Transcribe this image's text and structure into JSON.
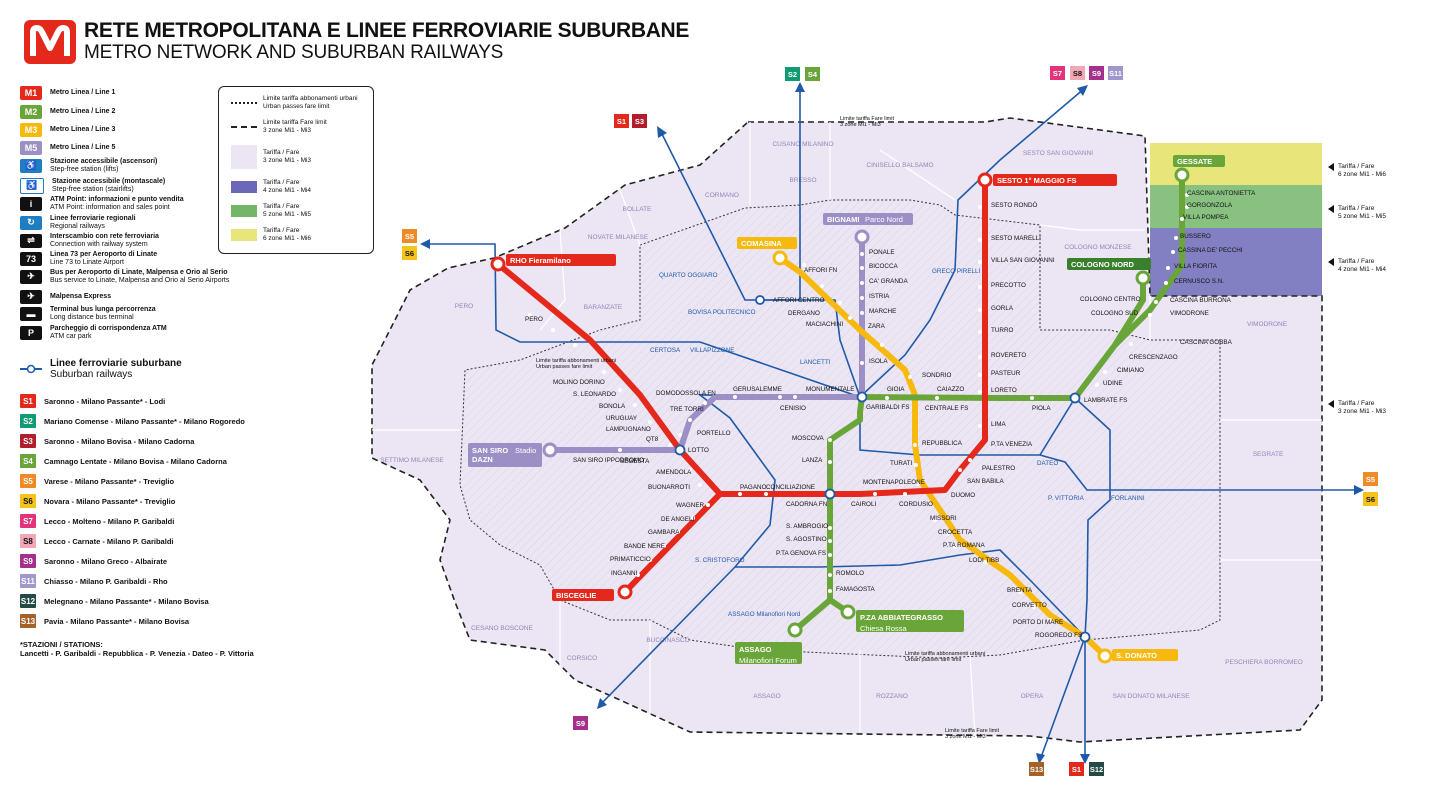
{
  "header": {
    "logo_letter": "M",
    "title_it": "RETE METROPOLITANA E LINEE FERROVIARIE SUBURBANE",
    "title_en": "METRO NETWORK AND SUBURBAN RAILWAYS"
  },
  "legend": [
    {
      "icon": "M1",
      "color": "#e4281c",
      "text": "Metro Linea / Line 1"
    },
    {
      "icon": "M2",
      "color": "#6aa53a",
      "text": "Metro Linea / Line 2"
    },
    {
      "icon": "M3",
      "color": "#f7b90d",
      "text": "Metro Linea / Line 3"
    },
    {
      "icon": "M5",
      "color": "#9b8fc6",
      "text": "Metro Linea / Line 5"
    },
    {
      "icon": "accessible-icon",
      "color": "#1f7ec2",
      "text": "Stazione accessibile (ascensori)",
      "sub": "Step-free station (lifts)"
    },
    {
      "icon": "stairlift-icon",
      "color": "#1f7ec2",
      "text": "Stazione accessibile (montascale)",
      "sub": "Step-free station (stairlifts)"
    },
    {
      "icon": "info-icon",
      "color": "#111111",
      "text": "ATM Point: informazioni e punto vendita",
      "sub": "ATM Point: information and sales point"
    },
    {
      "icon": "regional-rail-icon",
      "color": "#1f7ec2",
      "text": "Linee ferroviarie regionali",
      "sub": "Regional railways"
    },
    {
      "icon": "rail-interchange-icon",
      "color": "#111111",
      "text": "Interscambio con rete ferroviaria",
      "sub": "Connection with railway system"
    },
    {
      "icon": "bus-73-icon",
      "color": "#111111",
      "text": "Linea 73 per Aeroporto di Linate",
      "sub": "Line 73 to Linate Airport"
    },
    {
      "icon": "airport-bus-icon",
      "color": "#111111",
      "text": "Bus per Aeroporto di Linate, Malpensa e Orio al Serio",
      "sub": "Bus service to Linate, Malpensa and Orio al Serio Airports"
    },
    {
      "icon": "malpensa-express-icon",
      "color": "#111111",
      "text": "Malpensa Express",
      "sub": ""
    },
    {
      "icon": "long-distance-bus-icon",
      "color": "#111111",
      "text": "Terminal bus lunga percorrenza",
      "sub": "Long distance bus terminal"
    },
    {
      "icon": "P",
      "color": "#111111",
      "text": "Parcheggio di corrispondenza ATM",
      "sub": "ATM car park"
    }
  ],
  "suburban_title_it": "Linee ferroviarie suburbane",
  "suburban_title_en": "Suburban railways",
  "suburban": [
    {
      "code": "S1",
      "color": "#e4281c",
      "route": "Saronno - Milano Passante* - Lodi"
    },
    {
      "code": "S2",
      "color": "#0f9b74",
      "route": "Mariano Comense - Milano Passante* - Milano Rogoredo"
    },
    {
      "code": "S3",
      "color": "#b01e2d",
      "route": "Saronno - Milano Bovisa - Milano Cadorna"
    },
    {
      "code": "S4",
      "color": "#6aa53a",
      "route": "Camnago Lentate - Milano Bovisa - Milano Cadorna"
    },
    {
      "code": "S5",
      "color": "#f08a24",
      "route": "Varese - Milano Passante* - Treviglio"
    },
    {
      "code": "S6",
      "color": "#f5c31a",
      "route": "Novara - Milano Passante* - Treviglio"
    },
    {
      "code": "S7",
      "color": "#e3337a",
      "route": "Lecco - Molteno - Milano P. Garibaldi"
    },
    {
      "code": "S8",
      "color": "#f2a7b7",
      "route": "Lecco - Carnate - Milano P. Garibaldi"
    },
    {
      "code": "S9",
      "color": "#a4308c",
      "route": "Saronno - Milano Greco - Albairate"
    },
    {
      "code": "S11",
      "color": "#a097cc",
      "route": "Chiasso - Milano P. Garibaldi - Rho"
    },
    {
      "code": "S12",
      "color": "#234a45",
      "route": "Melegnano - Milano Passante* - Milano Bovisa"
    },
    {
      "code": "S13",
      "color": "#a5612a",
      "route": "Pavia - Milano Passante* - Milano Bovisa"
    }
  ],
  "stations_note_title": "*STAZIONI / STATIONS:",
  "stations_note": "Lancetti - P. Garibaldi - Repubblica - P. Venezia - Dateo - P. Vittoria",
  "fare_box": [
    {
      "swatch": "dotted",
      "text": "Limite tariffa abbonamenti urbani",
      "sub": "Urban passes fare limit"
    },
    {
      "swatch": "dashed",
      "text": "Limite tariffa Fare limit",
      "sub": "3 zone Mi1 - Mi3"
    },
    {
      "swatch": "#ece6f4",
      "text": "Tariffa / Fare",
      "sub": "3 zone Mi1 - Mi3"
    },
    {
      "swatch": "#6c68b8",
      "text": "Tariffa / Fare",
      "sub": "4 zone Mi1 - Mi4"
    },
    {
      "swatch": "#73b66a",
      "text": "Tariffa / Fare",
      "sub": "5 zone Mi1 - Mi5"
    },
    {
      "swatch": "#e8e67a",
      "text": "Tariffa / Fare",
      "sub": "6 zone Mi1 - Mi6"
    }
  ],
  "colors": {
    "m1": "#e4281c",
    "m2": "#6aa53a",
    "m3": "#f7b90d",
    "m5": "#9b8fc6",
    "rail": "#1f5aa8",
    "zone3": "#ece6f4",
    "zone4": "#6c68b8",
    "zone5": "#73b66a",
    "zone6": "#e8e67a"
  },
  "fare_side_labels": [
    {
      "t1": "Tariffa / Fare",
      "t2": "6 zone Mi1 - Mi6"
    },
    {
      "t1": "Tariffa / Fare",
      "t2": "5 zone Mi1 - Mi5"
    },
    {
      "t1": "Tariffa / Fare",
      "t2": "4 zone Mi1 - Mi4"
    },
    {
      "t1": "Tariffa / Fare",
      "t2": "3 zone Mi1 - Mi3"
    }
  ],
  "termini": {
    "rho": "RHO Fieramilano",
    "bisceglie": "BISCEGLIE",
    "sesto": "SESTO 1° MAGGIO FS",
    "sesto_s": "S7 - S8 S9 - S11",
    "gessate": "GESSATE",
    "cologno": "COLOGNO NORD",
    "abbiategrasso": "P.ZA ABBIATEGRASSO",
    "abbiategrasso_sub": "Chiesa Rossa",
    "assago": "ASSAGO",
    "assago_sub": "Milanofiori Forum",
    "comasina": "COMASINA",
    "sdonato": "S. DONATO",
    "bignami": "BIGNAMI",
    "bignami_sub": "Parco Nord",
    "sansiro": "SAN SIRO",
    "sansiro_sub": "Stadio",
    "sansiro_sponsor": "DAZN"
  },
  "areas": [
    "CUSANO MILANINO",
    "BRESSO",
    "CINISELLO BALSAMO",
    "SESTO SAN GIOVANNI",
    "CORMANO",
    "BOLLATE",
    "NOVATE MILANESE",
    "COLOGNO MONZESE",
    "PERO",
    "BARANZATE",
    "SETTIMO MILANESE",
    "CESANO BOSCONE",
    "CORSICO",
    "BUCCINASCO",
    "ASSAGO",
    "ROZZANO",
    "OPERA",
    "SAN DONATO MILANESE",
    "PESCHIERA BORROMEO",
    "SEGRATE",
    "VIMODRONE"
  ],
  "stations": {
    "m1": [
      "PERO",
      "MOLINO DORINO",
      "S. LEONARDO",
      "BONOLA",
      "URUGUAY",
      "LAMPUGNANO",
      "QT8",
      "LOTTO",
      "AMENDOLA",
      "BUONARROTI",
      "WAGNER",
      "DE ANGELI",
      "GAMBARA",
      "BANDE NERE",
      "PRIMATICCIO",
      "INGANNI",
      "PAGANO",
      "CONCILIAZIONE",
      "CADORNA FN",
      "CAIROLI",
      "CORDUSIO",
      "DUOMO",
      "SAN BABILA",
      "PALESTRO",
      "P.TA VENEZIA",
      "LIMA",
      "LORETO",
      "PASTEUR",
      "ROVERETO",
      "TURRO",
      "GORLA",
      "PRECOTTO",
      "VILLA SAN GIOVANNI",
      "SESTO MARELLI",
      "SESTO RONDÒ"
    ],
    "m2": [
      "CASCINA ANTONIETTA",
      "GORGONZOLA",
      "VILLA POMPEA",
      "BUSSERO",
      "CASSINA DE' PECCHI",
      "VILLA FIORITA",
      "CERNUSCO S.N.",
      "CASCINA BURRONA",
      "VIMODRONE",
      "CASCINA GOBBA",
      "COLOGNO CENTRO",
      "COLOGNO SUD",
      "CRESCENZAGO",
      "CIMIANO",
      "UDINE",
      "LAMBRATE FS",
      "PIOLA",
      "CAIAZZO",
      "CENTRALE FS",
      "GIOIA",
      "GARIBALDI FS",
      "MOSCOVA",
      "LANZA",
      "S. AMBROGIO",
      "S. AGOSTINO",
      "P.TA GENOVA FS",
      "ROMOLO",
      "FAMAGOSTA"
    ],
    "m3": [
      "AFFORI FN",
      "AFFORI CENTRO",
      "DERGANO",
      "MACIACHINI",
      "ZARA",
      "SONDRIO",
      "REPUBBLICA",
      "TURATI",
      "MONTENAPOLEONE",
      "MISSORI",
      "CROCETTA",
      "P.TA ROMANA",
      "LODI TIBB",
      "BRENTA",
      "CORVETTO",
      "PORTO DI MARE",
      "ROGOREDO FS"
    ],
    "m5": [
      "PONALE",
      "BICOCCA",
      "CA' GRANDA",
      "ISTRIA",
      "MARCHE",
      "ISOLA",
      "MONUMENTALE",
      "CENISIO",
      "GERUSALEMME",
      "DOMODOSSOLA FN",
      "TRE TORRI",
      "PORTELLO",
      "SEGESTA",
      "SAN SIRO IPPODROMO"
    ],
    "rail": [
      "QUARTO OGGIARO",
      "BOVISA POLITECNICO",
      "CERTOSA",
      "VILLAPIZZONE",
      "LANCETTI",
      "GRECO PIRELLI",
      "DATEO",
      "P. VITTORIA",
      "FORLANINI",
      "S. CRISTOFORO",
      "ASSAGO Milanofiori Nord"
    ]
  },
  "rail_badges": {
    "top_left": [
      "S1",
      "S3"
    ],
    "top_mid": [
      "S2",
      "S4"
    ],
    "top_right": [
      "S7",
      "S8",
      "S9",
      "S11"
    ],
    "left": [
      "S5",
      "S6"
    ],
    "right": [
      "S5",
      "S6"
    ],
    "bottom_left": [
      "S9"
    ],
    "bottom_right": [
      "S13",
      "S1",
      "S12"
    ]
  },
  "fare_limit_notes": [
    "Limite tariffa abbonamenti urbani",
    "Urban passes fare limit",
    "Limite tariffa Fare limit",
    "3 zone Mi1 - Mi3"
  ]
}
